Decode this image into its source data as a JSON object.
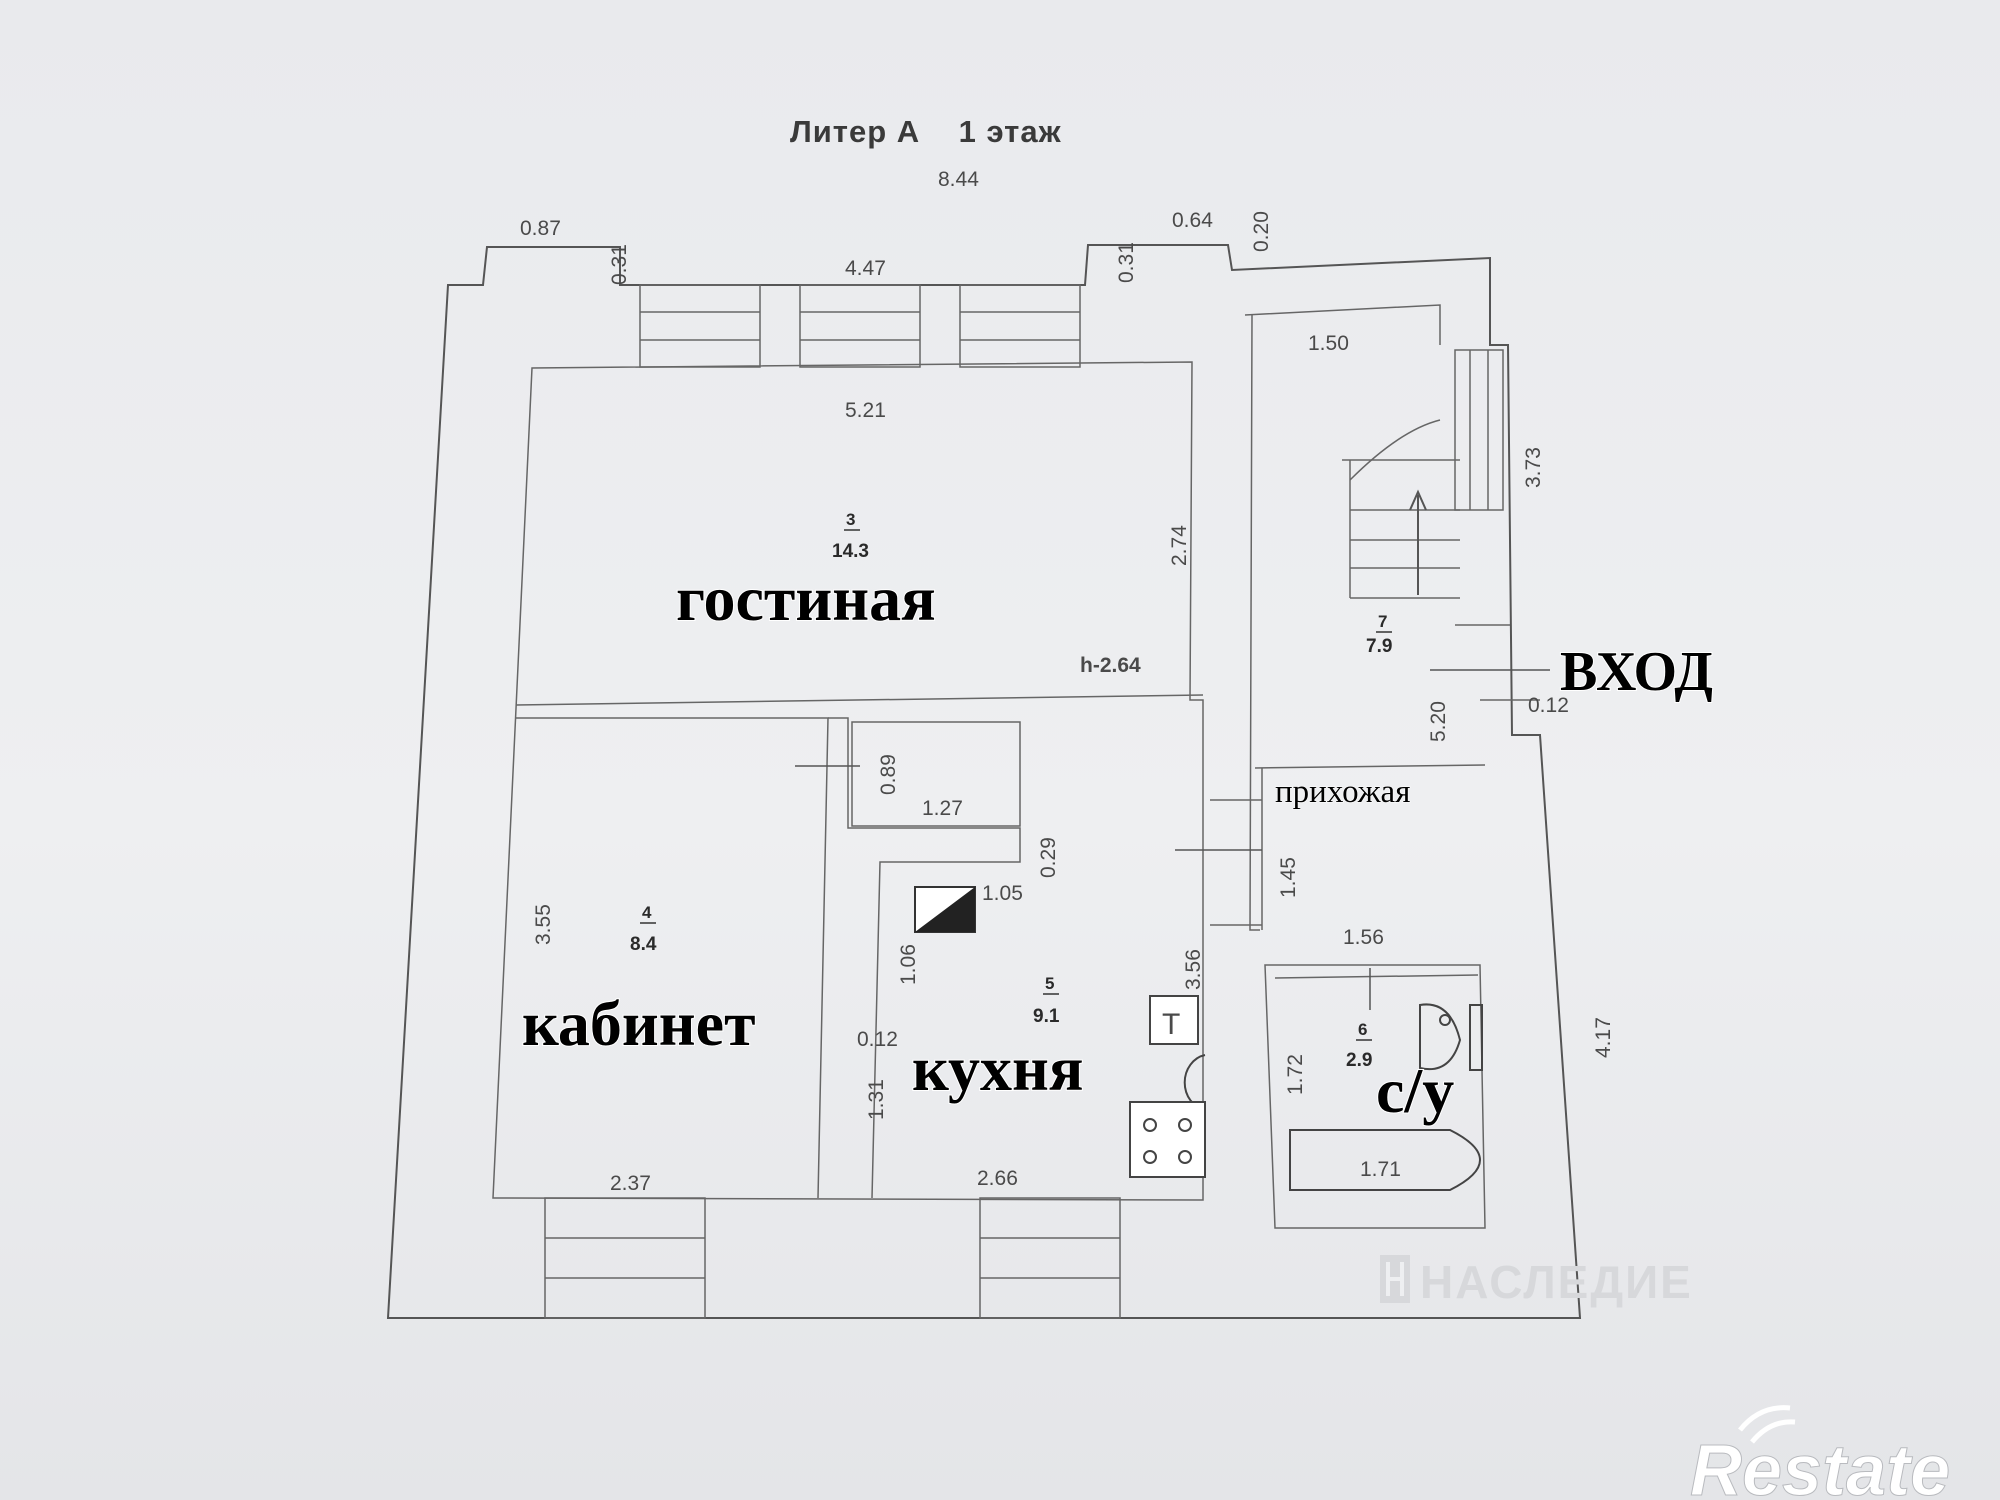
{
  "title": "Литер А    1 этаж",
  "dimensions": {
    "overall_width": "8.44",
    "left_step": "0.87",
    "left_step_depth": "0.31",
    "front_wall": "4.47",
    "right_step_depth": "0.31",
    "right_step": "0.64",
    "corner_offset": "0.20",
    "hall_width_top": "1.50",
    "porch_length": "3.73",
    "living_width": "5.21",
    "living_depth": "2.74",
    "ceiling_height": "h-2.64",
    "hall_length": "5.20",
    "entry_wall": "0.12",
    "closet_depth": "0.89",
    "closet_width": "1.27",
    "kitchen_notch": "0.29",
    "chimney": "1.05",
    "kitchen_length": "3.56",
    "hall_lower": "1.45",
    "bath_width": "1.56",
    "right_wall": "4.17",
    "study_length": "3.55",
    "kitchen_side": "1.06",
    "partition": "0.12",
    "kitchen_lower": "1.31",
    "bath_length": "1.72",
    "tub_length": "1.71",
    "study_width": "2.37",
    "kitchen_width": "2.66"
  },
  "rooms": [
    {
      "number": "3",
      "area": "14.3",
      "name": "гостиная"
    },
    {
      "number": "4",
      "area": "8.4",
      "name": "кабинет"
    },
    {
      "number": "5",
      "area": "9.1",
      "name": "кухня"
    },
    {
      "number": "6",
      "area": "2.9",
      "name": "с/у"
    },
    {
      "number": "7",
      "area": "7.9",
      "name": "прихожая"
    }
  ],
  "entrance_label": "ВХОД",
  "toilet_mark": "T",
  "watermark": "НАСЛЕДИЕ",
  "brand": "Restate"
}
